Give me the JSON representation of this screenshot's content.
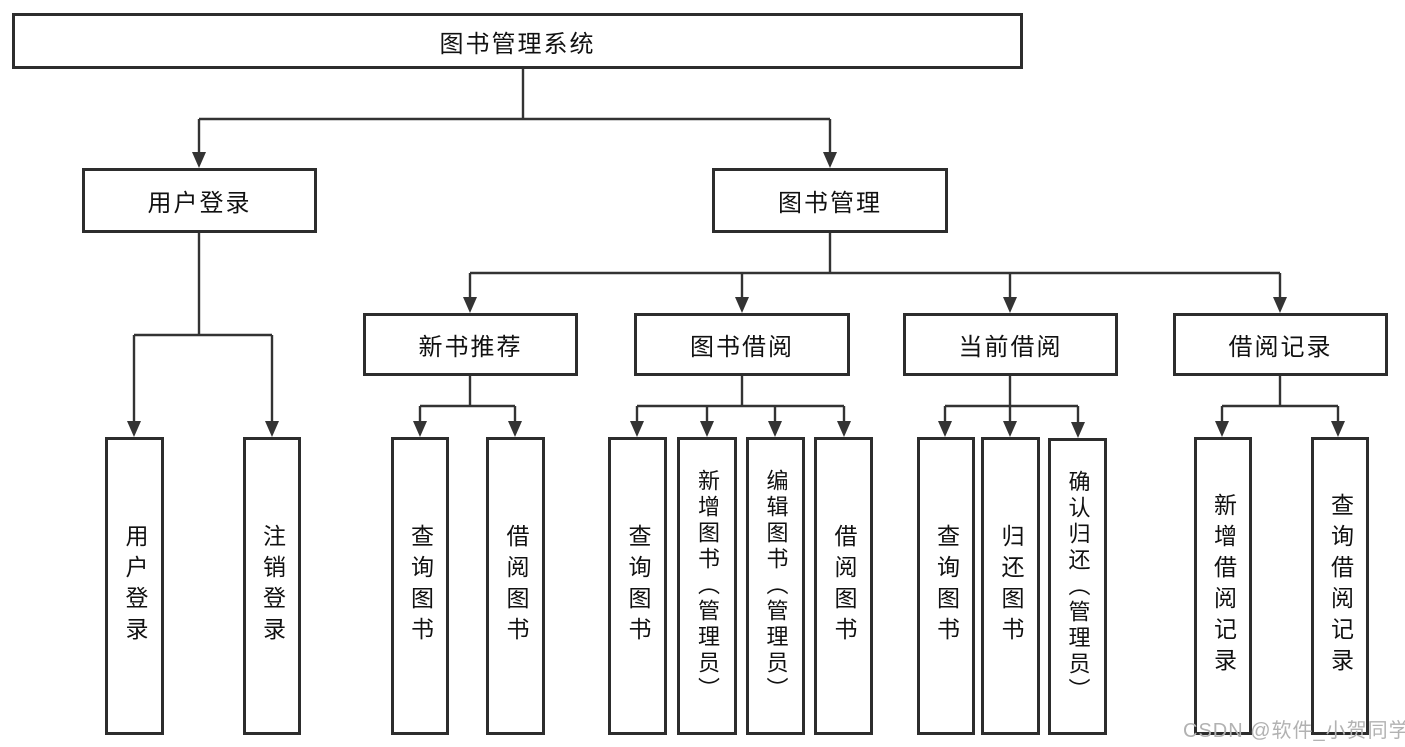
{
  "diagram": {
    "type": "hierarchy",
    "colors": {
      "line": "#333333",
      "box_border": "#2d2d2d",
      "box_fill": "#ffffff",
      "text": "#111111",
      "watermark": "#b2b2b2"
    },
    "nodes": {
      "root": "图书管理系统",
      "userLogin": "用户登录",
      "bookMgmt": "图书管理",
      "newBookRec": "新书推荐",
      "bookBorrow": "图书借阅",
      "currentBorrow": "当前借阅",
      "borrowRecord": "借阅记录",
      "leafUserLogin": "用户登录",
      "leafLogout": "注销登录",
      "leafRecQuery": "查询图书",
      "leafRecBorrow": "借阅图书",
      "leafBorQuery": "查询图书",
      "leafBorAdd": "新增图书（管理员）",
      "leafBorEdit": "编辑图书（管理员）",
      "leafBorBorrow": "借阅图书",
      "leafCurQuery": "查询图书",
      "leafCurReturn": "归还图书",
      "leafCurConfirm": "确认归还（管理员）",
      "leafRecordAdd": "新增借阅记录",
      "leafRecordQuery": "查询借阅记录"
    },
    "watermark": "CSDN @软件_小贺同学"
  }
}
